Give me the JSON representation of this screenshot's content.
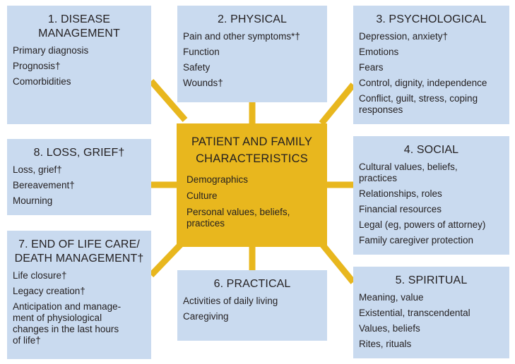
{
  "colors": {
    "box_bg": "#c9daef",
    "center_bg": "#e8b71e",
    "connector": "#e8b71e"
  },
  "center": {
    "title": "PATIENT AND FAMILY\nCHARACTERISTICS",
    "items": [
      "Demographics",
      "Culture",
      "Personal values, beliefs,\npractices"
    ]
  },
  "boxes": {
    "disease": {
      "title": "1. DISEASE\nMANAGEMENT",
      "items": [
        "Primary diagnosis",
        "Prognosis†",
        "Comorbidities"
      ]
    },
    "physical": {
      "title": "2. PHYSICAL",
      "items": [
        "Pain and other symptoms*†",
        "Function",
        "Safety",
        "Wounds†"
      ]
    },
    "psychological": {
      "title": "3. PSYCHOLOGICAL",
      "items": [
        "Depression, anxiety†",
        "Emotions",
        "Fears",
        "Control, dignity, independence",
        "Conflict, guilt, stress, coping\nresponses"
      ]
    },
    "social": {
      "title": "4. SOCIAL",
      "items": [
        "Cultural values, beliefs,\npractices",
        "Relationships, roles",
        "Financial resources",
        "Legal (eg, powers of attorney)",
        "Family caregiver protection"
      ]
    },
    "spiritual": {
      "title": "5. SPIRITUAL",
      "items": [
        "Meaning, value",
        "Existential, transcendental",
        "Values, beliefs",
        "Rites, rituals"
      ]
    },
    "practical": {
      "title": "6. PRACTICAL",
      "items": [
        "Activities of daily living",
        "Caregiving"
      ]
    },
    "endoflife": {
      "title": "7. END OF LIFE CARE/\nDEATH MANAGEMENT†",
      "items": [
        "Life closure†",
        "Legacy creation†",
        "Anticipation and manage-\nment of physiological\nchanges in the last hours\nof life†"
      ]
    },
    "loss": {
      "title": "8. LOSS, GRIEF†",
      "items": [
        "Loss, grief†",
        "Bereavement†",
        "Mourning"
      ]
    }
  }
}
